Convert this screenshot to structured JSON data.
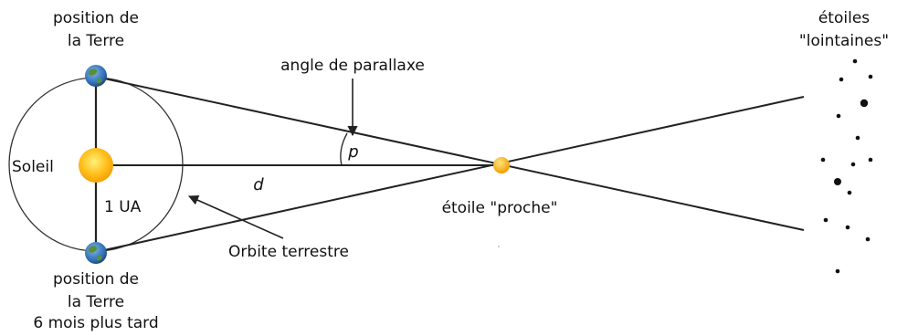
{
  "labels": {
    "earth_top_line1": "position de",
    "earth_top_line2": "la Terre",
    "earth_bottom_line1": "position de",
    "earth_bottom_line2": "la Terre",
    "earth_bottom_line3": "6 mois plus tard",
    "sun": "Soleil",
    "au": "1 UA",
    "parallax_angle": "angle de parallaxe",
    "parallax_symbol": "p",
    "distance_symbol": "d",
    "near_star": "étoile \"proche\"",
    "orbit": "Orbite terrestre",
    "far_stars_line1": "étoiles",
    "far_stars_line2": "\"lointaines\""
  },
  "colors": {
    "line": "#222222",
    "sun": "#ffc01e",
    "near_star": "#ffb300",
    "earth_ocean": "#2f6fb5",
    "earth_land": "#5a8f3a"
  }
}
